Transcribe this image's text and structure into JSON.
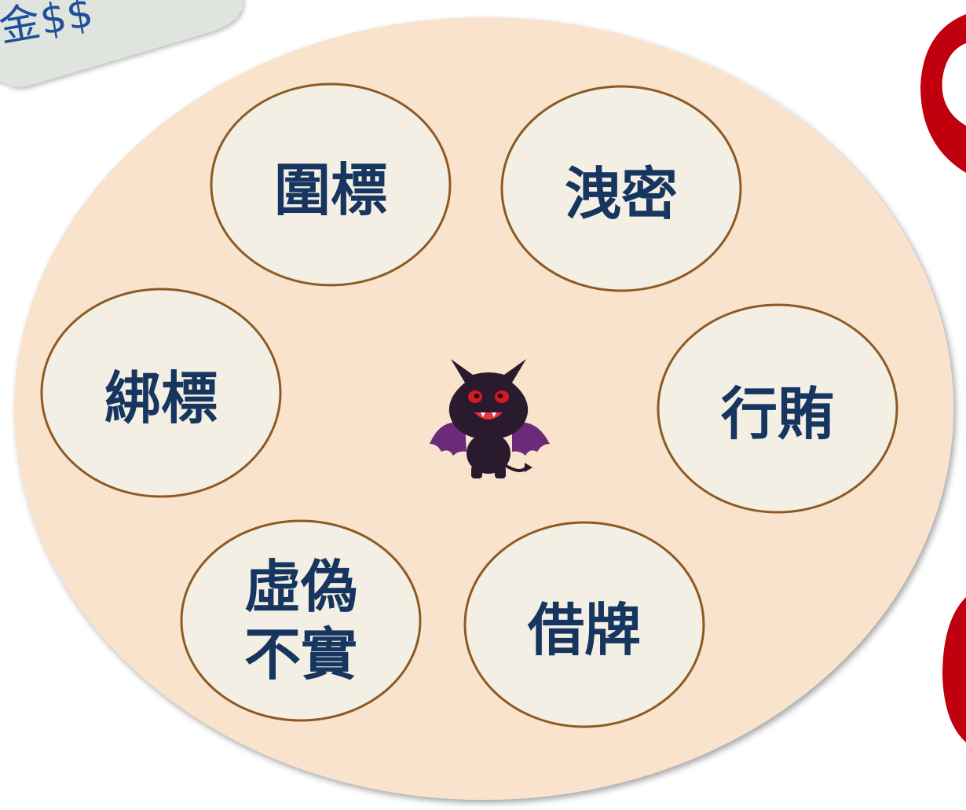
{
  "header": {
    "title_fragment": "金$$"
  },
  "diagram": {
    "center_icon": "devil-bat-icon",
    "items": [
      {
        "id": "wei-biao",
        "text": "圍標"
      },
      {
        "id": "xie-mi",
        "text": "洩密"
      },
      {
        "id": "bang-biao",
        "text": "綁標"
      },
      {
        "id": "xing-hui",
        "text": "行賄"
      },
      {
        "id": "xu-wei",
        "text": "虛偽\n不實"
      },
      {
        "id": "jie-pai",
        "text": "借牌"
      }
    ]
  },
  "colors": {
    "big_ellipse_fill": "#fae3cd",
    "small_ellipse_fill": "#f3efe4",
    "small_ellipse_stroke": "#8e5a22",
    "label_text": "#16355f",
    "right_arc_red": "#c1000f",
    "banner_fill": "#dfe4de",
    "title_text": "#1f4f9a"
  }
}
